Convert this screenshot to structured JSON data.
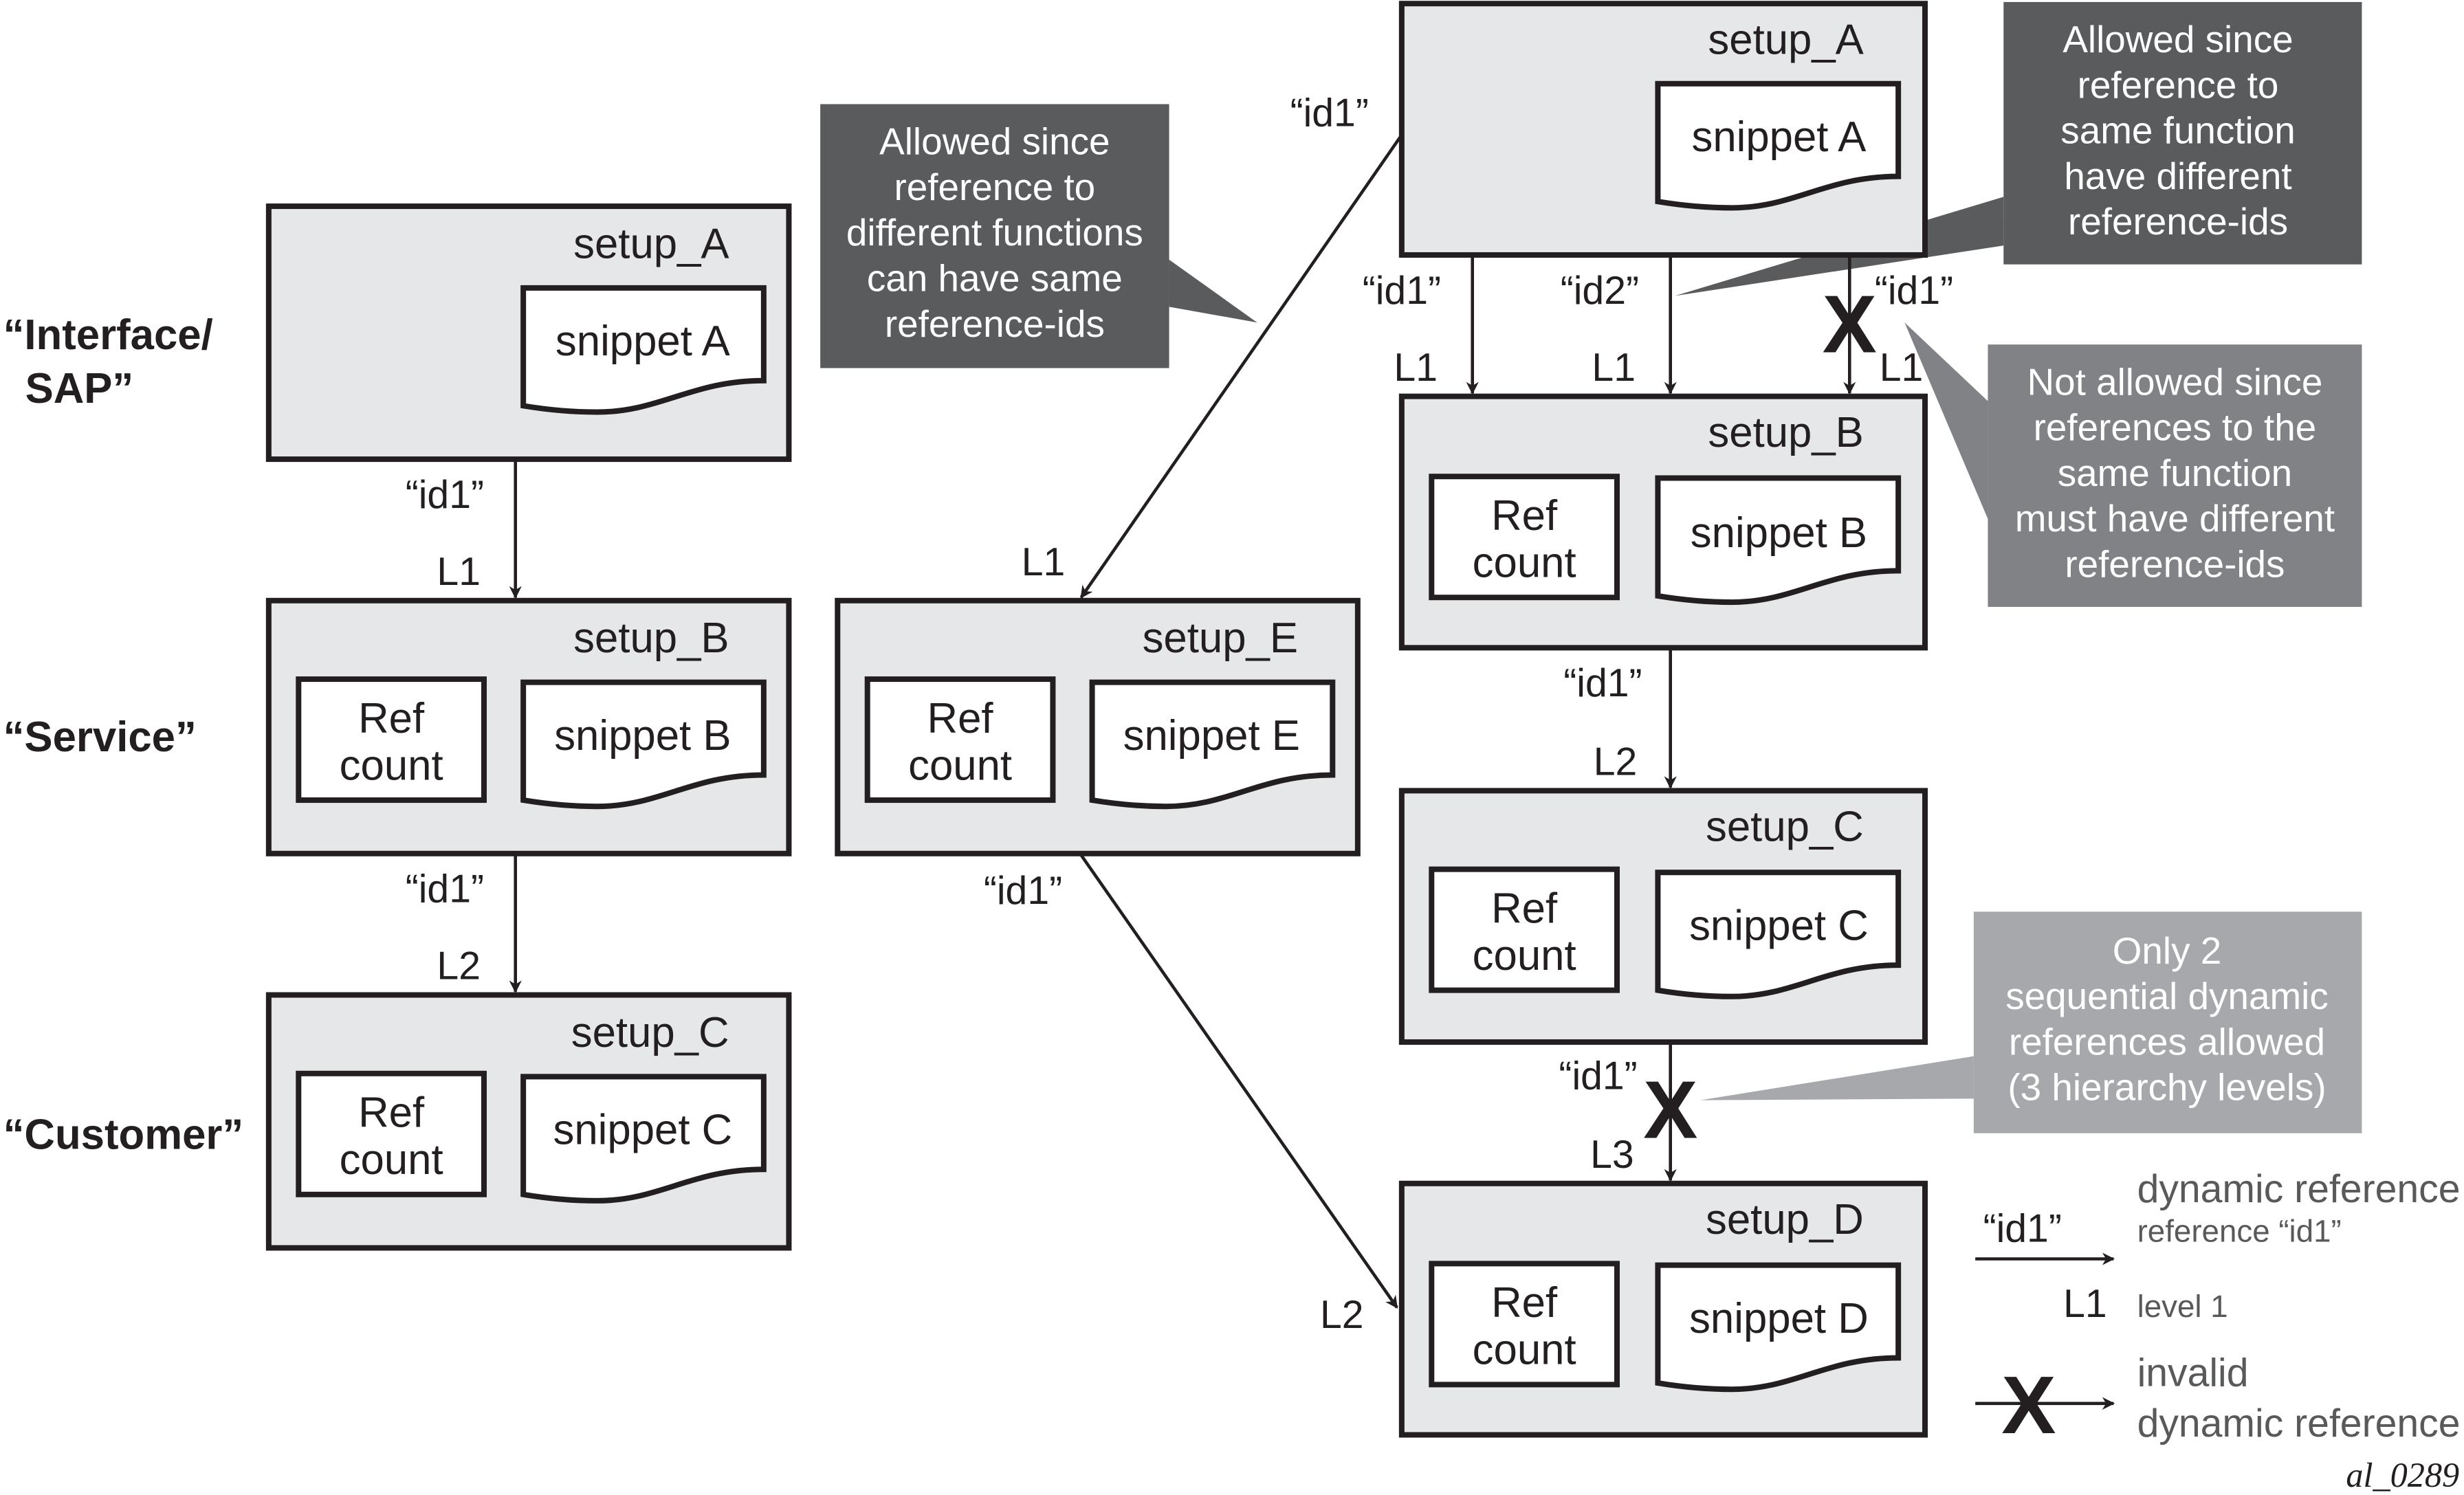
{
  "tiers": [
    {
      "label_line1": "“Interface/",
      "label_line2": "SAP”"
    },
    {
      "label_line1": "“Service”"
    },
    {
      "label_line1": "“Customer”"
    }
  ],
  "boxes": {
    "left_setup_a": {
      "title": "setup_A",
      "snippet": "snippet A"
    },
    "left_setup_b": {
      "title": "setup_B",
      "ref_line1": "Ref",
      "ref_line2": "count",
      "snippet": "snippet B"
    },
    "left_setup_c": {
      "title": "setup_C",
      "ref_line1": "Ref",
      "ref_line2": "count",
      "snippet": "snippet C"
    },
    "mid_setup_e": {
      "title": "setup_E",
      "ref_line1": "Ref",
      "ref_line2": "count",
      "snippet": "snippet E"
    },
    "right_setup_a": {
      "title": "setup_A",
      "snippet": "snippet A"
    },
    "right_setup_b": {
      "title": "setup_B",
      "ref_line1": "Ref",
      "ref_line2": "count",
      "snippet": "snippet B"
    },
    "right_setup_c": {
      "title": "setup_C",
      "ref_line1": "Ref",
      "ref_line2": "count",
      "snippet": "snippet C"
    },
    "right_setup_d": {
      "title": "setup_D",
      "ref_line1": "Ref",
      "ref_line2": "count",
      "snippet": "snippet D"
    }
  },
  "edges": {
    "left_a_b": {
      "id": "“id1”",
      "level": "L1"
    },
    "left_b_c": {
      "id": "“id1”",
      "level": "L2"
    },
    "ra_to_e": {
      "id": "“id1”",
      "level": "L1"
    },
    "e_to_rd": {
      "id": "“id1”",
      "level": "L2"
    },
    "ra_rb_1": {
      "id": "“id1”",
      "level": "L1"
    },
    "ra_rb_2": {
      "id": "“id2”",
      "level": "L1"
    },
    "ra_rb_3": {
      "id": "“id1”",
      "level": "L1",
      "invalid": true
    },
    "rb_rc": {
      "id": "“id1”",
      "level": "L2"
    },
    "rc_rd": {
      "id": "“id1”",
      "level": "L3",
      "invalid": true
    }
  },
  "invalid_mark": "X",
  "callouts": {
    "different_functions": {
      "lines": [
        "Allowed since",
        "reference to",
        "different functions",
        "can have same",
        "reference-ids"
      ],
      "color": "#5a5b5d"
    },
    "same_function_allowed": {
      "lines": [
        "Allowed since",
        "reference to",
        "same function",
        "have different",
        "reference-ids"
      ],
      "color": "#5a5b5d"
    },
    "same_function_not_allowed": {
      "lines": [
        "Not allowed since",
        "references to the",
        "same function",
        "must have different",
        "reference-ids"
      ],
      "color": "#818286"
    },
    "sequential_limit": {
      "lines": [
        "Only 2",
        "sequential dynamic",
        "references allowed",
        "(3 hierarchy levels)"
      ],
      "color": "#a7a8ab"
    }
  },
  "legend": {
    "arrow_id": "“id1”",
    "arrow_desc_line1": "dynamic reference",
    "arrow_desc_line2": "reference “id1”",
    "level_label": "L1",
    "level_desc": "level 1",
    "invalid_line1": "invalid",
    "invalid_line2": "dynamic reference"
  },
  "figure_id": "al_0289",
  "colors": {
    "box_fill": "#e6e7e8",
    "stroke": "#231f20",
    "legend_text": "#58595b"
  }
}
